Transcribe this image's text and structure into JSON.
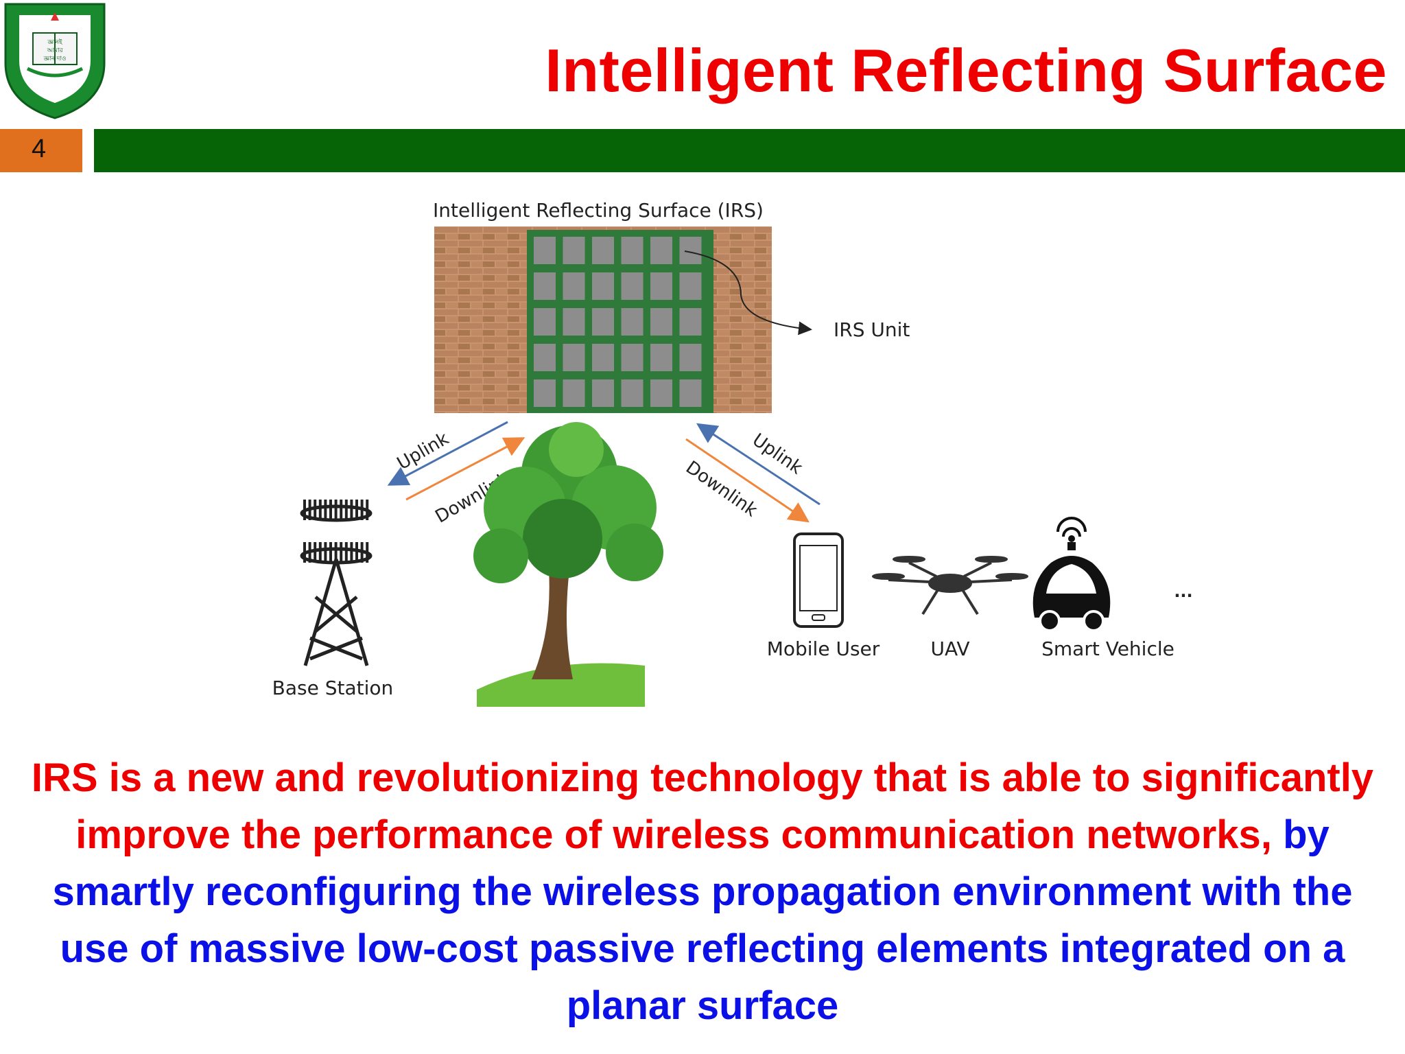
{
  "slide": {
    "title": "Intelligent Reflecting Surface",
    "page_number": "4"
  },
  "logo": {
    "inner_text_lines": [
      "জ্ঞানই",
      "আমার",
      "জ্ঞান দাও"
    ]
  },
  "figure": {
    "caption": "Intelligent Reflecting Surface (IRS)",
    "irs_unit_label": "IRS Unit",
    "left_uplink": "Uplink",
    "left_downlink": "Downlink",
    "right_uplink": "Uplink",
    "right_downlink": "Downlink",
    "base_station": "Base Station",
    "mobile_user": "Mobile User",
    "uav": "UAV",
    "smart_vehicle": "Smart Vehicle",
    "ellipsis": "...",
    "colors": {
      "uplink": "#4a72b0",
      "downlink": "#f0863c",
      "irs_frame": "#2f7a3a",
      "irs_cell": "#8d8d8d",
      "brick": "#b9835f"
    }
  },
  "body": {
    "red_part": "IRS is a new and revolutionizing technology that is able to significantly improve the performance of wireless communication networks,",
    "blue_part": "by smartly reconfiguring the wireless propagation environment with the use of massive low-cost passive reflecting elements integrated on a planar surface"
  }
}
